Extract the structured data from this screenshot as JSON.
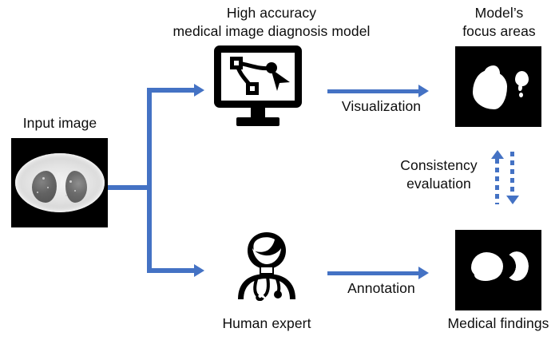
{
  "diagram": {
    "title_top_center": "High accuracy\nmedical image diagnosis model",
    "title_top_right": "Model’s\nfocus areas",
    "label_input": "Input image",
    "label_human_expert": "Human expert",
    "label_medical_findings": "Medical findings",
    "label_visualization": "Visualization",
    "label_annotation": "Annotation",
    "label_consistency": "Consistency\nevaluation"
  },
  "icons": {
    "monitor": "monitor-bezier-pen-tool-icon",
    "doctor": "doctor-with-stethoscope-icon",
    "input_scan": "chest-ct-scan-image",
    "focus_mask": "model-focus-heatmap-mask-image",
    "findings_mask": "expert-annotation-mask-image"
  },
  "colors": {
    "accent_blue": "#4472C4",
    "icon_black": "#000000",
    "text": "#0D0D0D",
    "mask_background": "#000000",
    "mask_foreground": "#FFFFFF",
    "page_background": "#FFFFFF"
  },
  "flow": {
    "branch_from": "Input image",
    "branch_to_top": "High accuracy medical image diagnosis model",
    "branch_to_bottom": "Human expert",
    "top_output_arrow": "Visualization",
    "bottom_output_arrow": "Annotation",
    "bidirectional_compare": "Consistency evaluation"
  }
}
